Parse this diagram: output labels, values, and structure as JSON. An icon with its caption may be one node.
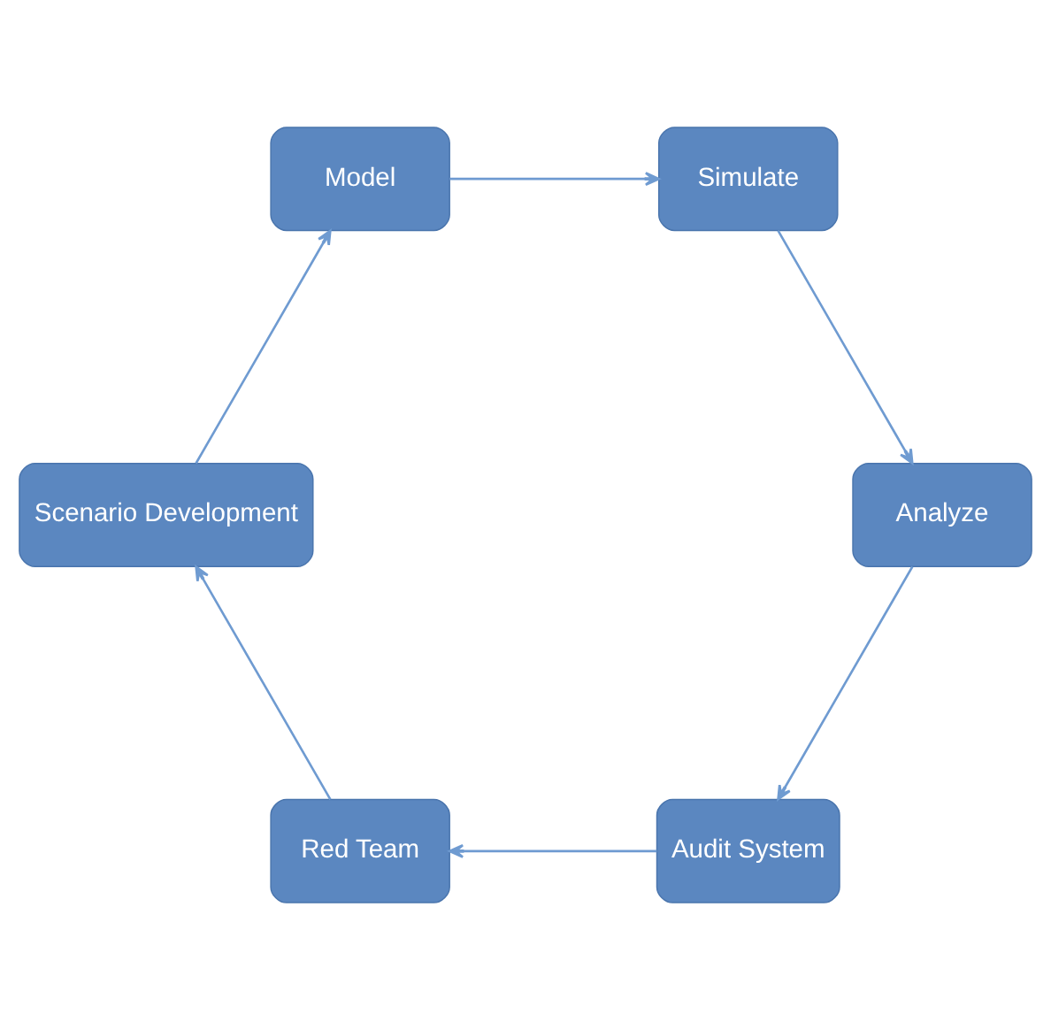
{
  "diagram": {
    "nodes": [
      {
        "text": [
          "Audit System"
        ]
      },
      {
        "text": [
          "Red Team"
        ]
      },
      {
        "text": [
          "Scenario Development"
        ]
      },
      {
        "text": [
          "Model"
        ]
      },
      {
        "text": [
          "Simulate"
        ]
      },
      {
        "text": [
          "Analyze"
        ]
      }
    ],
    "edges": [
      {
        "from": 0,
        "to": 1,
        "arrow": "to"
      },
      {
        "from": 1,
        "to": 2,
        "arrow": "to"
      },
      {
        "from": 2,
        "to": 3,
        "arrow": "to"
      },
      {
        "from": 3,
        "to": 4,
        "arrow": "to"
      },
      {
        "from": 4,
        "to": 5,
        "arrow": "to"
      },
      {
        "from": 5,
        "to": 0,
        "arrow": "to"
      }
    ]
  }
}
